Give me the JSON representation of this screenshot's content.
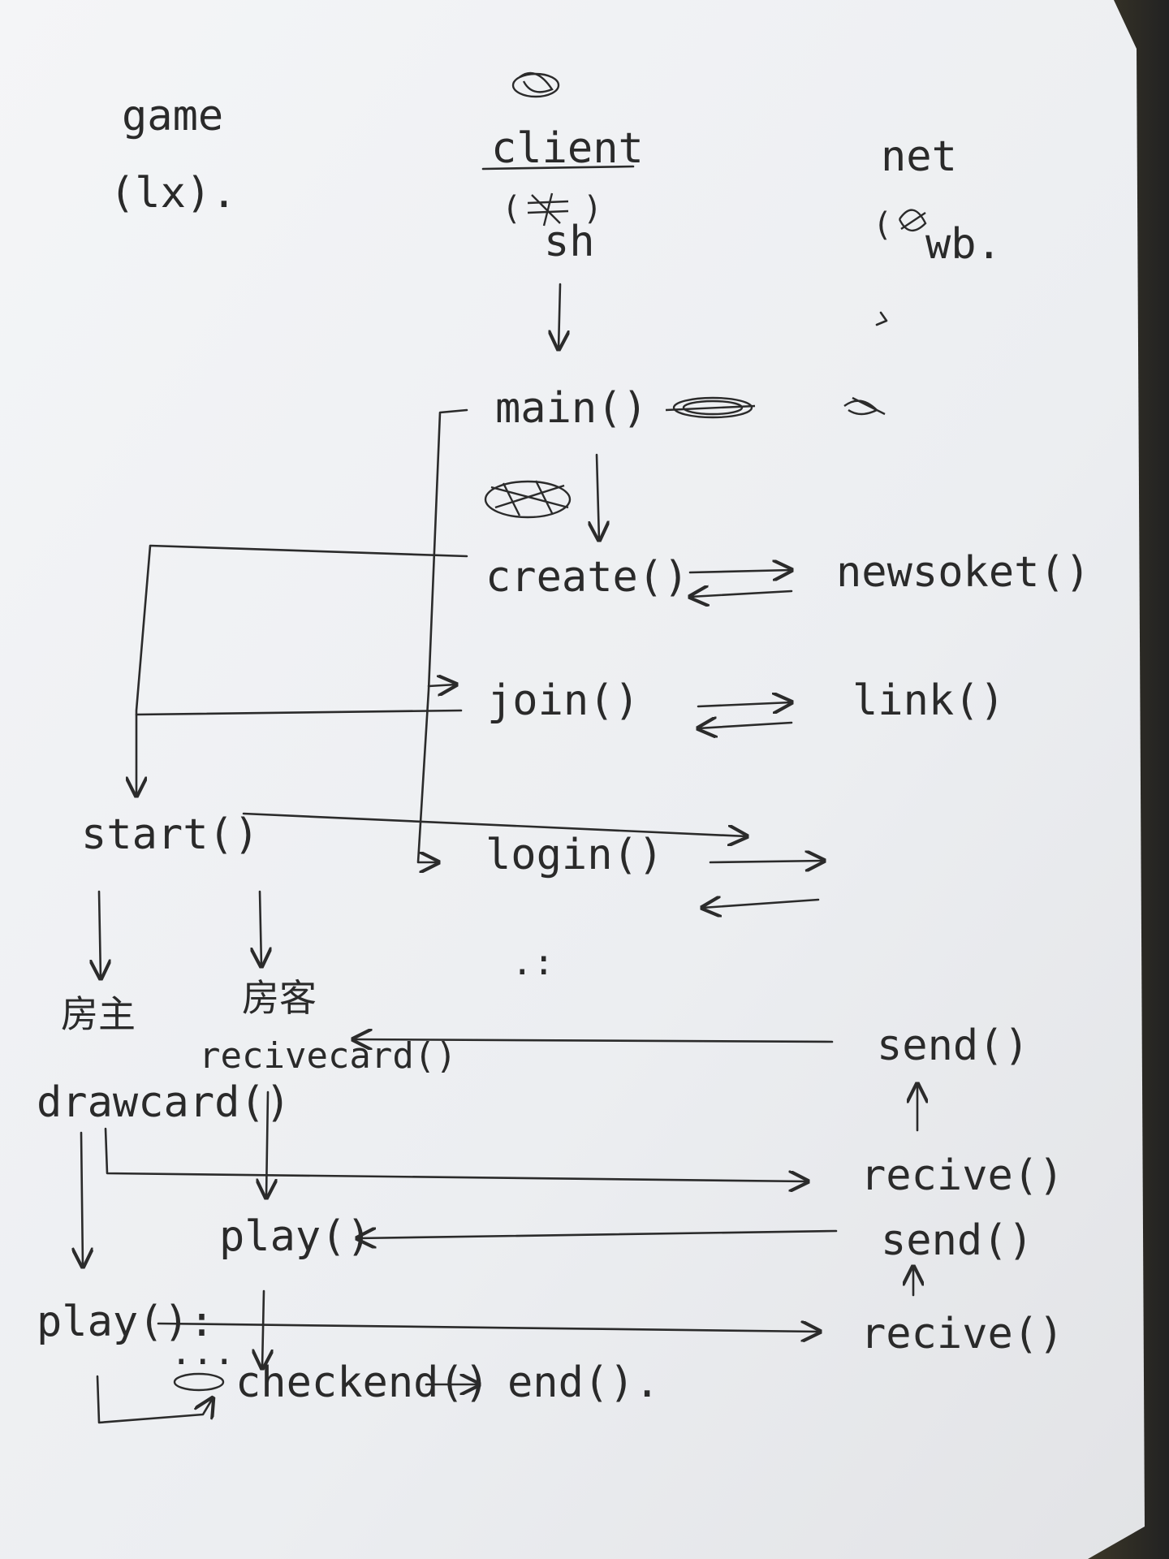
{
  "columns": {
    "game": {
      "title": "game",
      "owner": "(lx)."
    },
    "client": {
      "title": "client",
      "owner": "sh"
    },
    "net": {
      "title": "net",
      "owner": "wb."
    }
  },
  "client_funcs": {
    "main": "main()",
    "create": "create()",
    "join": "join()",
    "login": "login()"
  },
  "net_funcs": {
    "newsoket": "newsoket()",
    "link": "link()",
    "send1": "send()",
    "recive1": "recive()",
    "send2": "send()",
    "recive2": "recive()"
  },
  "game_funcs": {
    "start": "start()",
    "host": "房主",
    "guest": "房客",
    "recivecard": "recivecard()",
    "drawcard": "drawcard()",
    "play_guest": "play()",
    "play_host": "play():",
    "checkend": "checkend()",
    "end": "end().",
    "ellipsis": "...",
    "dots": ".:"
  },
  "colors": {
    "ink": "#2b2b2b",
    "paper": "#f1f2f4",
    "background": "#b9a24f"
  }
}
